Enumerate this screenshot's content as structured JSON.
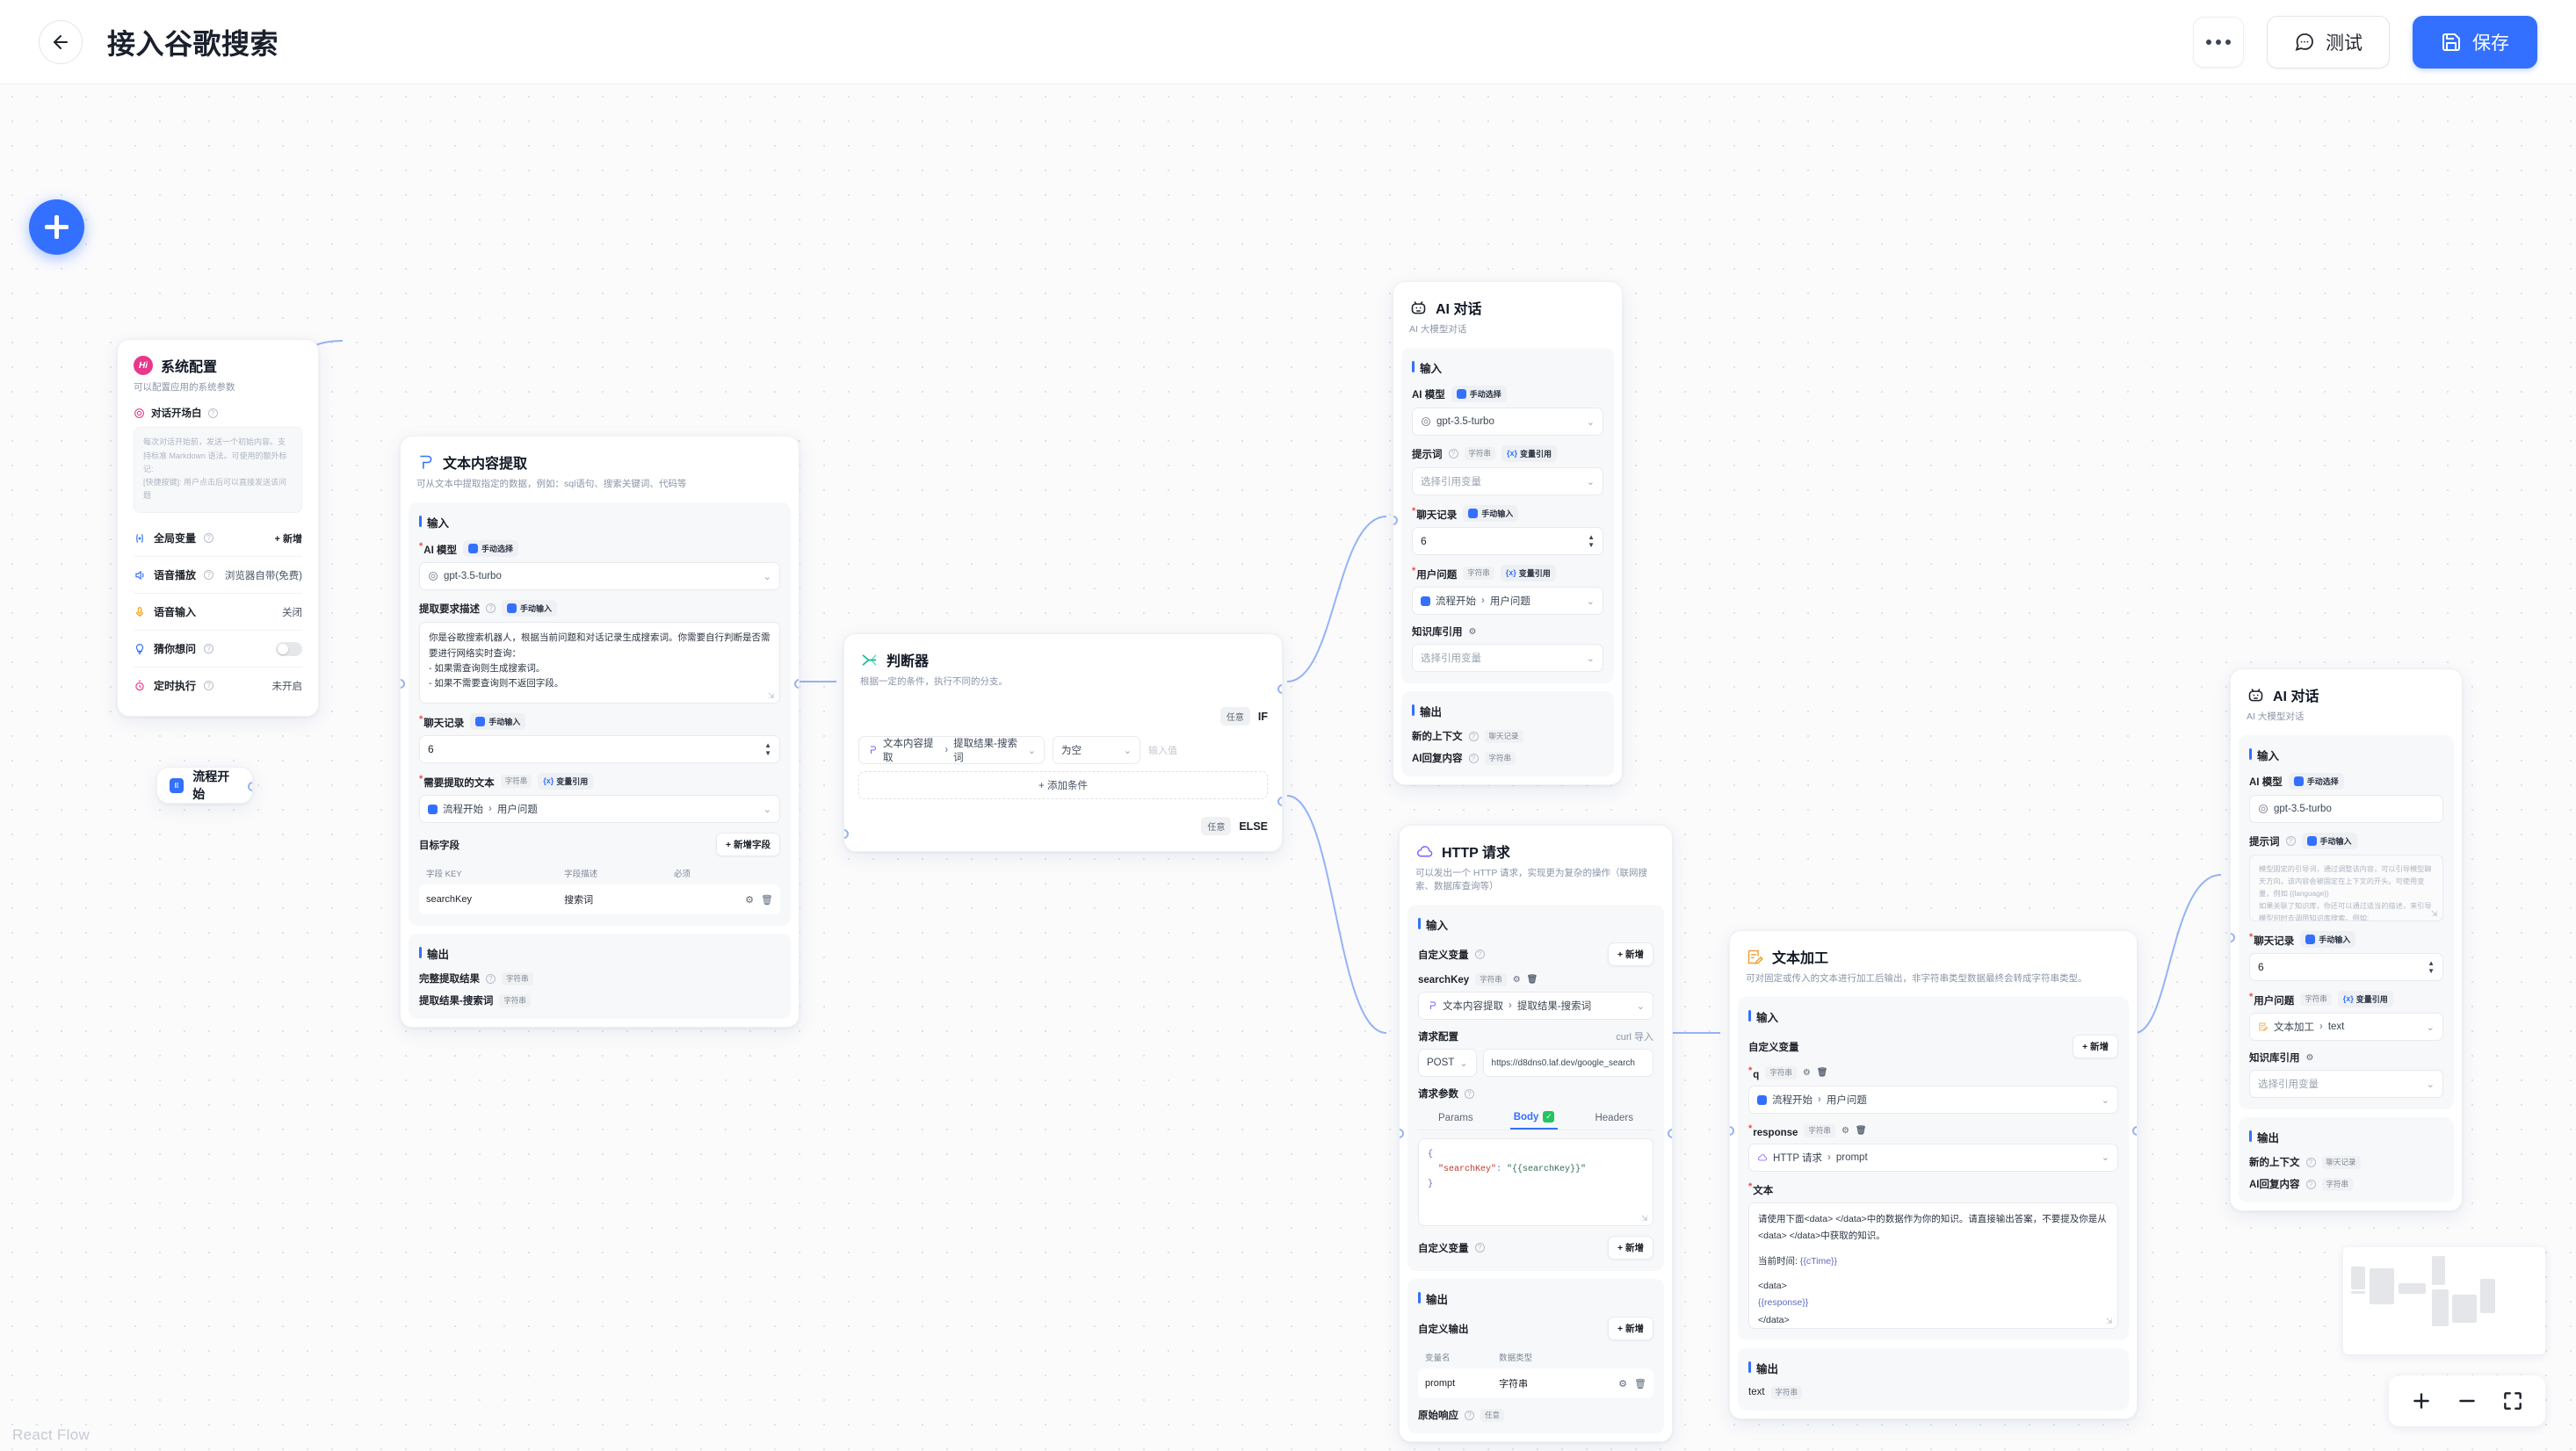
{
  "header": {
    "title": "接入谷歌搜索",
    "back_icon": "arrow-left-icon",
    "more_icon": "more-horizontal-icon",
    "test_label": "测试",
    "test_icon": "chat-bubble-icon",
    "save_label": "保存",
    "save_icon": "floppy-disk-icon",
    "accent": "#3370ff"
  },
  "canvas": {
    "add_button": "add-node-fab",
    "attribution": "React Flow",
    "controls": {
      "zoom_in": "+",
      "zoom_out": "−",
      "fit_view": "fit-view"
    }
  },
  "common": {
    "input_section": "输入",
    "output_section": "输出",
    "tag_string": "字符串",
    "tag_chatlog": "聊天记录",
    "tag_any": "任意",
    "manual_select": "手动选择",
    "manual_input": "手动输入",
    "var_ref": "变量引用",
    "select_var_placeholder": "选择引用变量",
    "add": "新增",
    "chevron": "⌄"
  },
  "nodes": {
    "system_config": {
      "title": "系统配置",
      "desc": "可以配置应用的系统参数",
      "badge": "Hi",
      "opener_label": "对话开场白",
      "opener_placeholder": "每次对话开始前，发送一个初始内容。支持标准 Markdown 语法。可使用的额外标记:\n[快捷按键]: 用户点击后可以直接发送该问题",
      "rows": [
        {
          "label": "全局变量",
          "icon": "variable-icon",
          "action": "+ 新增",
          "type": "action"
        },
        {
          "label": "语音播放",
          "icon": "speaker-icon",
          "value": "浏览器自带(免费)",
          "type": "value"
        },
        {
          "label": "语音输入",
          "icon": "microphone-icon",
          "value": "关闭",
          "type": "value",
          "nohelp": true
        },
        {
          "label": "猜你想问",
          "icon": "lightbulb-icon",
          "value": "",
          "type": "toggle"
        },
        {
          "label": "定时执行",
          "icon": "stopwatch-icon",
          "value": "未开启",
          "type": "value"
        }
      ]
    },
    "flow_start": {
      "title": "流程开始",
      "icon": "start-icon"
    },
    "text_extract": {
      "title": "文本内容提取",
      "desc": "可从文本中提取指定的数据，例如：sql语句、搜索关键词、代码等",
      "model_label": "AI 模型",
      "model_value": "gpt-3.5-turbo",
      "require_label": "提取要求描述",
      "require_value": "你是谷歌搜索机器人，根据当前问题和对话记录生成搜索词。你需要自行判断是否需要进行网络实时查询：\n- 如果需查询则生成搜索词。\n- 如果不需要查询则不返回字段。",
      "chatlog_label": "聊天记录",
      "chatlog_value": "6",
      "text_label": "需要提取的文本",
      "text_value_node": "流程开始",
      "text_value_field": "用户问题",
      "target_fields_label": "目标字段",
      "add_field_label": "+ 新增字段",
      "table_headers": [
        "字段 KEY",
        "字段描述",
        "必须"
      ],
      "table_rows": [
        {
          "key": "searchKey",
          "desc": "搜索词"
        }
      ],
      "outputs": [
        {
          "label": "完整提取结果",
          "tag": "字符串",
          "help": true
        },
        {
          "label": "提取结果-搜索词",
          "tag": "字符串",
          "help": false
        }
      ]
    },
    "condition": {
      "title": "判断器",
      "desc": "根据一定的条件，执行不同的分支。",
      "if_badge": "任意",
      "if_label": "IF",
      "else_badge": "任意",
      "else_label": "ELSE",
      "cond_node": "文本内容提取",
      "cond_field": "提取结果-搜索词",
      "operator": "为空",
      "value_placeholder": "输入值",
      "add_condition": "+ 添加条件"
    },
    "ai_chat_top": {
      "title": "AI 对话",
      "desc": "AI 大模型对话",
      "model_label": "AI 模型",
      "model_value": "gpt-3.5-turbo",
      "prompt_label": "提示词",
      "prompt_placeholder": "选择引用变量",
      "chatlog_label": "聊天记录",
      "chatlog_value": "6",
      "question_label": "用户问题",
      "question_node": "流程开始",
      "question_field": "用户问题",
      "kb_label": "知识库引用",
      "kb_placeholder": "选择引用变量",
      "outputs": [
        {
          "label": "新的上下文",
          "tag": "聊天记录"
        },
        {
          "label": "AI回复内容",
          "tag": "字符串"
        }
      ]
    },
    "http_request": {
      "title": "HTTP 请求",
      "desc": "可以发出一个 HTTP 请求，实现更为复杂的操作（联网搜索、数据库查询等）",
      "custom_var_label": "自定义变量",
      "add_label": "+ 新增",
      "var_name": "searchKey",
      "var_tag": "字符串",
      "var_node": "文本内容提取",
      "var_field": "提取结果-搜索词",
      "req_config_label": "请求配置",
      "curl_label": "curl 导入",
      "method": "POST",
      "url": "https://d8dns0.laf.dev/google_search",
      "req_params_label": "请求参数",
      "tabs": [
        "Params",
        "Body",
        "Headers"
      ],
      "active_tab": "Body",
      "body_code": "{\n  \"searchKey\": \"{{searchKey}}\"\n}",
      "custom_var_label2": "自定义变量",
      "custom_output_label": "自定义输出",
      "out_headers": [
        "变量名",
        "数据类型"
      ],
      "out_rows": [
        {
          "name": "prompt",
          "type": "字符串"
        }
      ],
      "raw_response_label": "原始响应",
      "raw_response_tag": "任意"
    },
    "text_process": {
      "title": "文本加工",
      "desc": "可对固定或传入的文本进行加工后输出，非字符串类型数据最终会转成字符串类型。",
      "custom_var_label": "自定义变量",
      "add_label": "+ 新增",
      "vars": [
        {
          "name": "q",
          "tag": "字符串",
          "node": "流程开始",
          "field": "用户问题",
          "icon": "start-icon"
        },
        {
          "name": "response",
          "tag": "字符串",
          "node": "HTTP 请求",
          "field": "prompt",
          "icon": "http-icon"
        }
      ],
      "text_label": "文本",
      "text_value_1": "请使用下面<data> </data>中的数据作为你的知识。请直接输出答案，不要提及你是从<data> </data>中获取的知识。",
      "text_value_2": "当前时间: ",
      "text_var_time": "{{cTime}}",
      "text_value_3": "<data>",
      "text_var_response": "{{response}}",
      "text_value_4": "</data>",
      "outputs": [
        {
          "label": "text",
          "tag": "字符串"
        }
      ]
    },
    "ai_chat_right": {
      "title": "AI 对话",
      "desc": "AI 大模型对话",
      "model_label": "AI 模型",
      "model_value": "gpt-3.5-turbo",
      "prompt_label": "提示词",
      "prompt_placeholder": "模型固定的引导词，通过调整该内容，可以引导模型聊天方向。该内容会被固定在上下文的开头。可使用变量，例如 {{language}}\n如果关联了知识库，你还可以通过适当的描述，来引导模型何时去调用知识库搜索。例如:\n你是电影《星际穿越》的助手。当用户询问与《星际穿越》相关的内容时，请搜索知识库并结合搜索结果进行回答。",
      "chatlog_label": "聊天记录",
      "chatlog_value": "6",
      "question_label": "用户问题",
      "question_node": "文本加工",
      "question_field": "text",
      "kb_label": "知识库引用",
      "kb_placeholder": "选择引用变量",
      "outputs": [
        {
          "label": "新的上下文",
          "tag": "聊天记录"
        },
        {
          "label": "AI回复内容",
          "tag": "字符串"
        }
      ]
    }
  }
}
